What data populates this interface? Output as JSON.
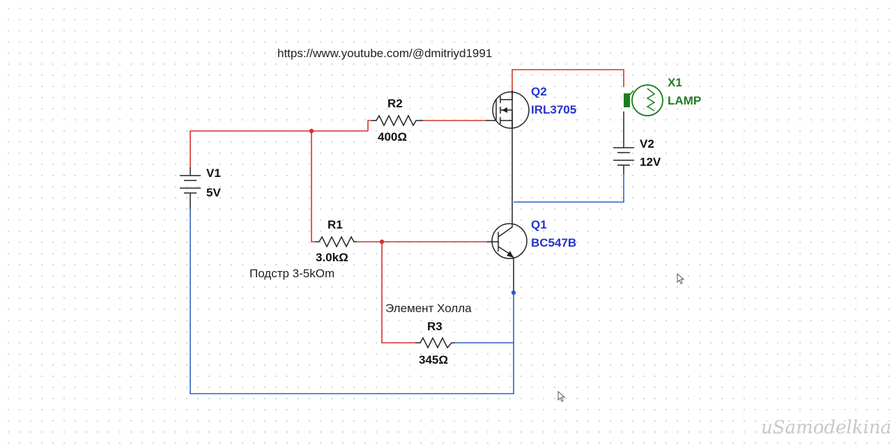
{
  "header": {
    "url_text": "https://www.youtube.com/@dmitriyd1991"
  },
  "components": {
    "v1": {
      "name": "V1",
      "value": "5V"
    },
    "v2": {
      "name": "V2",
      "value": "12V"
    },
    "r1": {
      "name": "R1",
      "value": "3.0kΩ",
      "note": "Подстр 3-5kOm"
    },
    "r2": {
      "name": "R2",
      "value": "400Ω"
    },
    "r3": {
      "name": "R3",
      "value": "345Ω",
      "note": "Элемент Холла"
    },
    "q1": {
      "name": "Q1",
      "model": "BC547B"
    },
    "q2": {
      "name": "Q2",
      "model": "IRL3705"
    },
    "x1": {
      "name": "X1",
      "model": "LAMP"
    }
  },
  "watermark": {
    "text": "uSamodelkina.ru"
  },
  "colors": {
    "wire_red": "#d7302a",
    "wire_blue": "#3060c0",
    "component": "#222222",
    "label_blue": "#2233cc",
    "label_green": "#1e7d1e"
  },
  "icons": {
    "cursor_1": "mouse-pointer-icon",
    "cursor_2": "mouse-pointer-icon"
  }
}
